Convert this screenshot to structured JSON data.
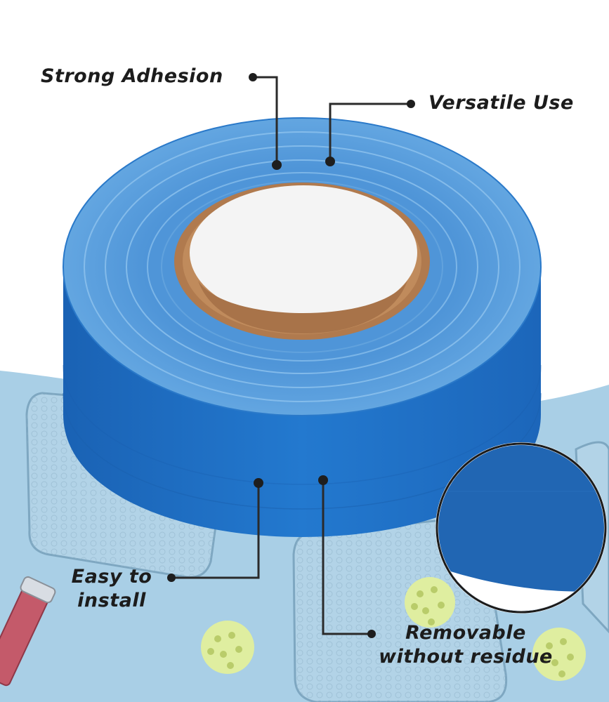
{
  "callouts": {
    "strong_adhesion": "Strong Adhesion",
    "versatile_use": "Versatile Use",
    "easy_to_install_line1": "Easy to",
    "easy_to_install_line2": "install",
    "removable_line1": "Removable",
    "removable_line2": "without residue"
  },
  "colors": {
    "tape_blue": "#1f6fc4",
    "tape_top": "#5fa4df",
    "background_blue": "#a9cfe6",
    "core_brown": "#b07a4e",
    "callout_text": "#1c1c1c"
  },
  "icons": [
    "tape-roll",
    "pickleball-paddle",
    "pickleball-ball",
    "zoom-detail-circle"
  ]
}
